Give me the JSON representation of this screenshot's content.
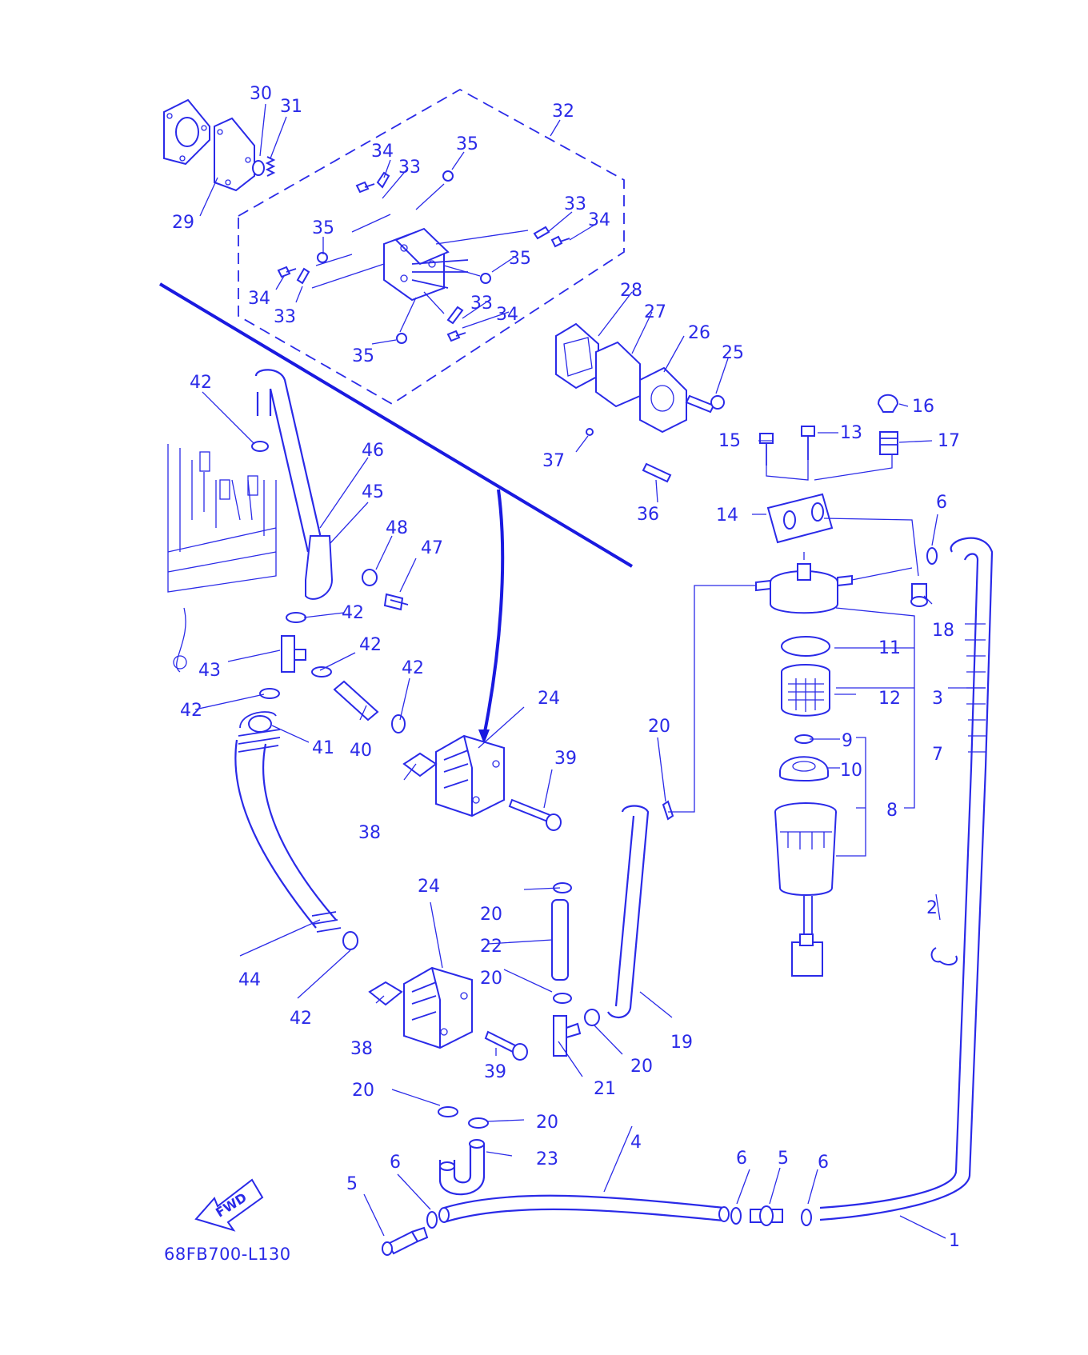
{
  "diagram": {
    "drawing_code": "68FB700-L130",
    "fwd_label": "FWD",
    "callouts": {
      "c1": "1",
      "c2": "2",
      "c3": "3",
      "c4": "4",
      "c5a": "5",
      "c5b": "5",
      "c6a": "6",
      "c6b": "6",
      "c6c": "6",
      "c6d": "6",
      "c7": "7",
      "c8": "8",
      "c9": "9",
      "c10": "10",
      "c11": "11",
      "c12": "12",
      "c13": "13",
      "c14": "14",
      "c15": "15",
      "c16": "16",
      "c17": "17",
      "c18": "18",
      "c19": "19",
      "c20a": "20",
      "c20b": "20",
      "c20c": "20",
      "c20d": "20",
      "c20e": "20",
      "c20f": "20",
      "c21": "21",
      "c22": "22",
      "c23": "23",
      "c24a": "24",
      "c24b": "24",
      "c25": "25",
      "c26": "26",
      "c27": "27",
      "c28": "28",
      "c29": "29",
      "c30": "30",
      "c31": "31",
      "c32": "32",
      "c33a": "33",
      "c33b": "33",
      "c33c": "33",
      "c33d": "33",
      "c34a": "34",
      "c34b": "34",
      "c34c": "34",
      "c34d": "34",
      "c35a": "35",
      "c35b": "35",
      "c35c": "35",
      "c35d": "35",
      "c36": "36",
      "c37": "37",
      "c38a": "38",
      "c38b": "38",
      "c39a": "39",
      "c39b": "39",
      "c40": "40",
      "c41": "41",
      "c42a": "42",
      "c42b": "42",
      "c42c": "42",
      "c42d": "42",
      "c42e": "42",
      "c42f": "42",
      "c43": "43",
      "c44": "44",
      "c45": "45",
      "c46": "46",
      "c47": "47",
      "c48": "48"
    }
  }
}
